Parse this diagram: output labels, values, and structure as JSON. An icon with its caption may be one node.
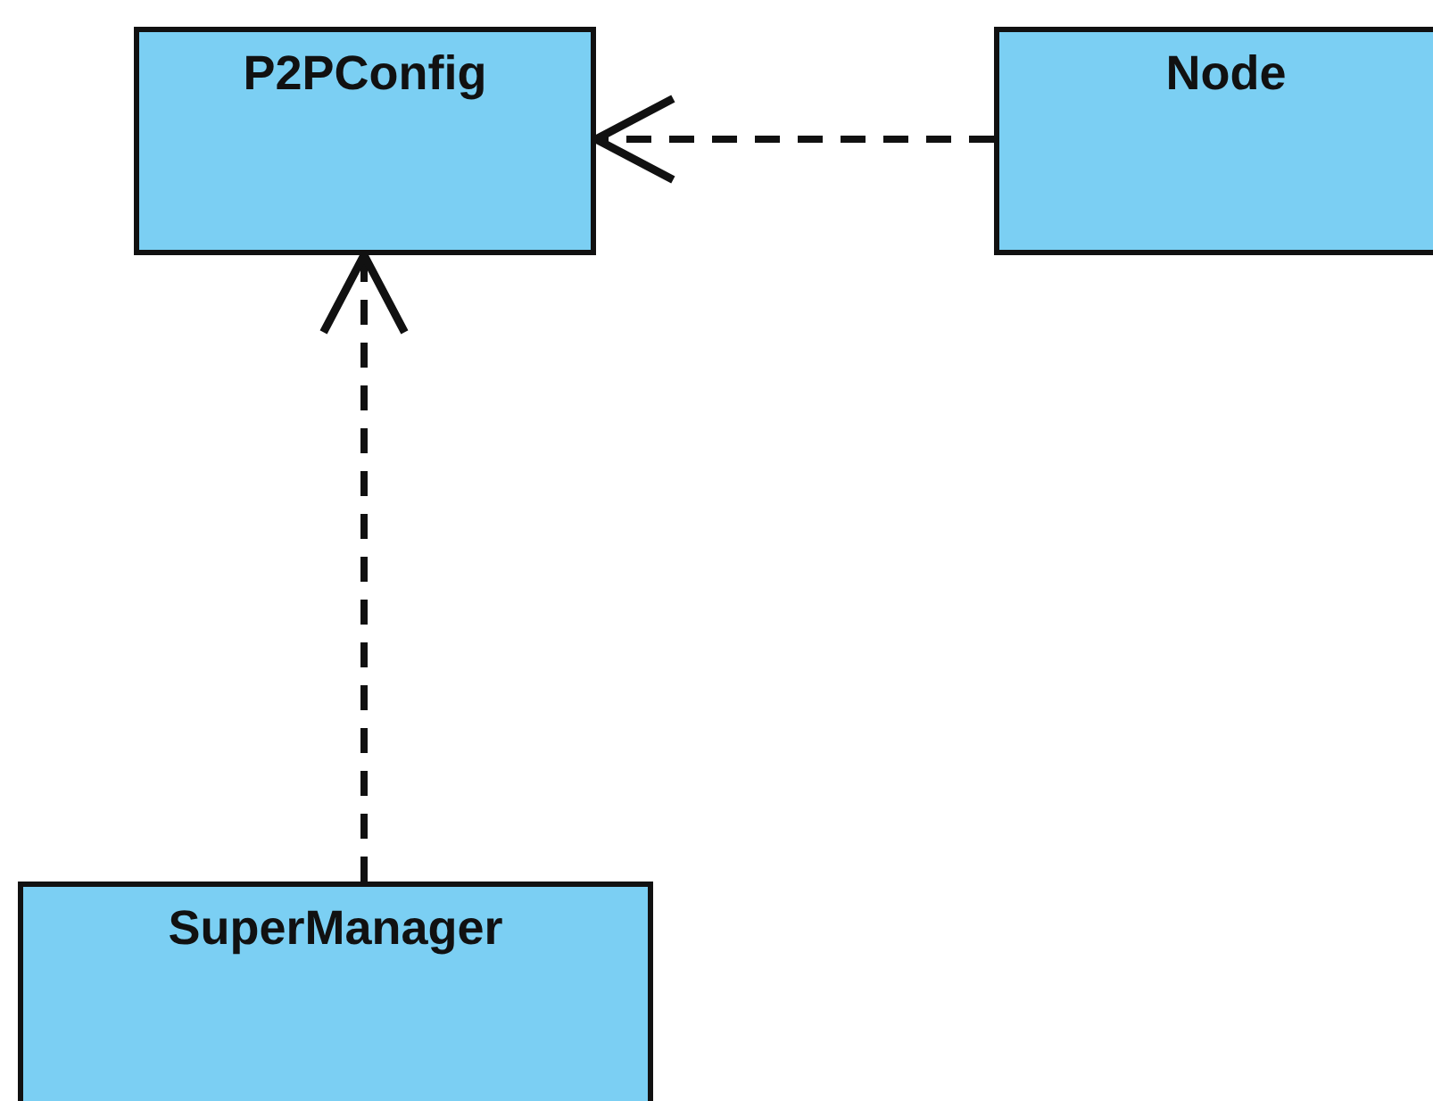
{
  "diagram": {
    "nodes": [
      {
        "text": [
          "P2PConfig"
        ]
      },
      {
        "text": [
          "Node"
        ]
      },
      {
        "text": [
          "SuperManager"
        ]
      }
    ],
    "edges": [
      {
        "from": 1,
        "to": 0,
        "arrow": "to",
        "style": "dashed"
      },
      {
        "from": 2,
        "to": 0,
        "arrow": "to",
        "style": "dashed"
      }
    ]
  }
}
